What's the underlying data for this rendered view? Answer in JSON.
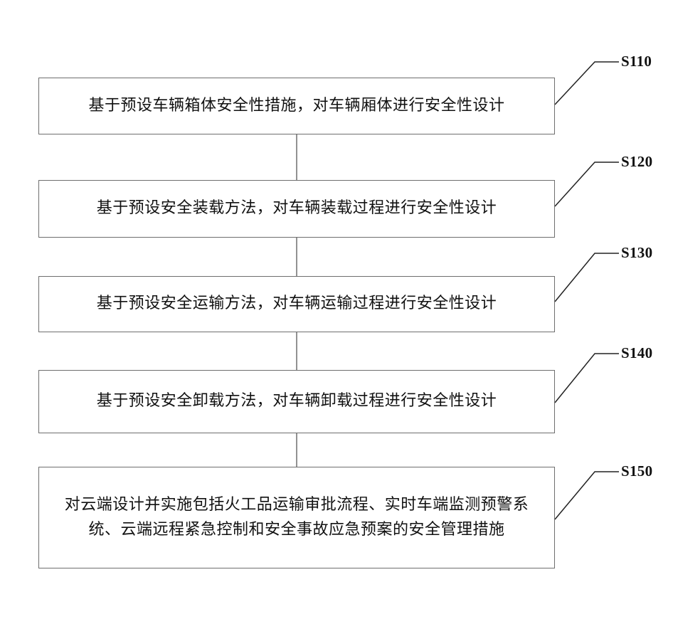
{
  "flowchart": {
    "steps": [
      {
        "id": "S110",
        "text": "基于预设车辆箱体安全性措施，对车辆厢体进行安全性设计"
      },
      {
        "id": "S120",
        "text": "基于预设安全装载方法，对车辆装载过程进行安全性设计"
      },
      {
        "id": "S130",
        "text": "基于预设安全运输方法，对车辆运输过程进行安全性设计"
      },
      {
        "id": "S140",
        "text": "基于预设安全卸载方法，对车辆卸载过程进行安全性设计"
      },
      {
        "id": "S150",
        "text": "对云端设计并实施包括火工品运输审批流程、实时车端监测预警系统、云端远程紧急控制和安全事故应急预案的安全管理措施"
      }
    ]
  }
}
